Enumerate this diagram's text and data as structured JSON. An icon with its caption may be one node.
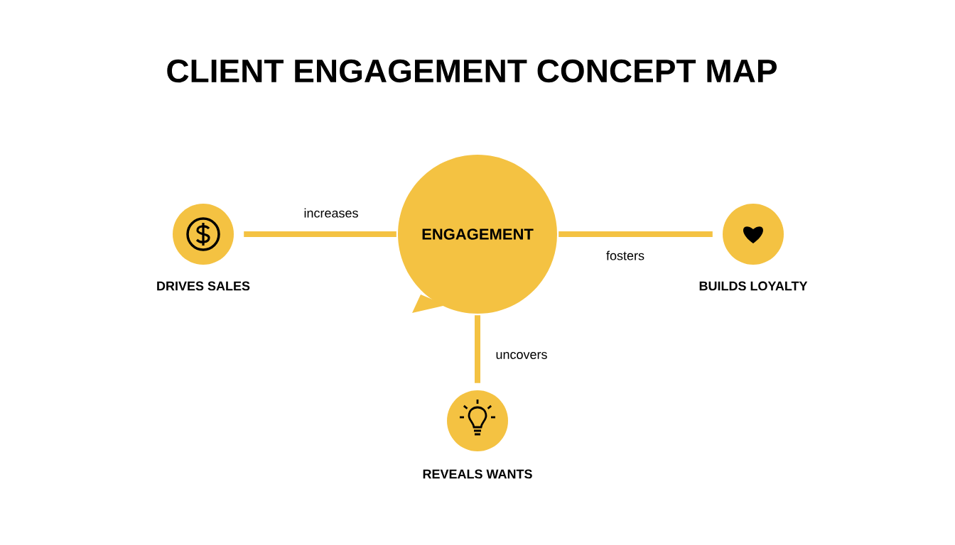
{
  "diagram": {
    "title": "CLIENT ENGAGEMENT CONCEPT MAP",
    "nodes": [
      {
        "text": [
          "DRIVES SALES"
        ]
      },
      {
        "text": [
          "ENGAGEMENT"
        ]
      },
      {
        "text": [
          "BUILDS LOYALTY"
        ]
      },
      {
        "text": [
          "REVEALS WANTS"
        ]
      }
    ],
    "edges": [
      {
        "from": 1,
        "to": 0,
        "arrow": "none",
        "label": "increases"
      },
      {
        "from": 1,
        "to": 2,
        "arrow": "none",
        "label": "fosters"
      },
      {
        "from": 1,
        "to": 3,
        "arrow": "none",
        "label": "uncovers"
      }
    ]
  }
}
